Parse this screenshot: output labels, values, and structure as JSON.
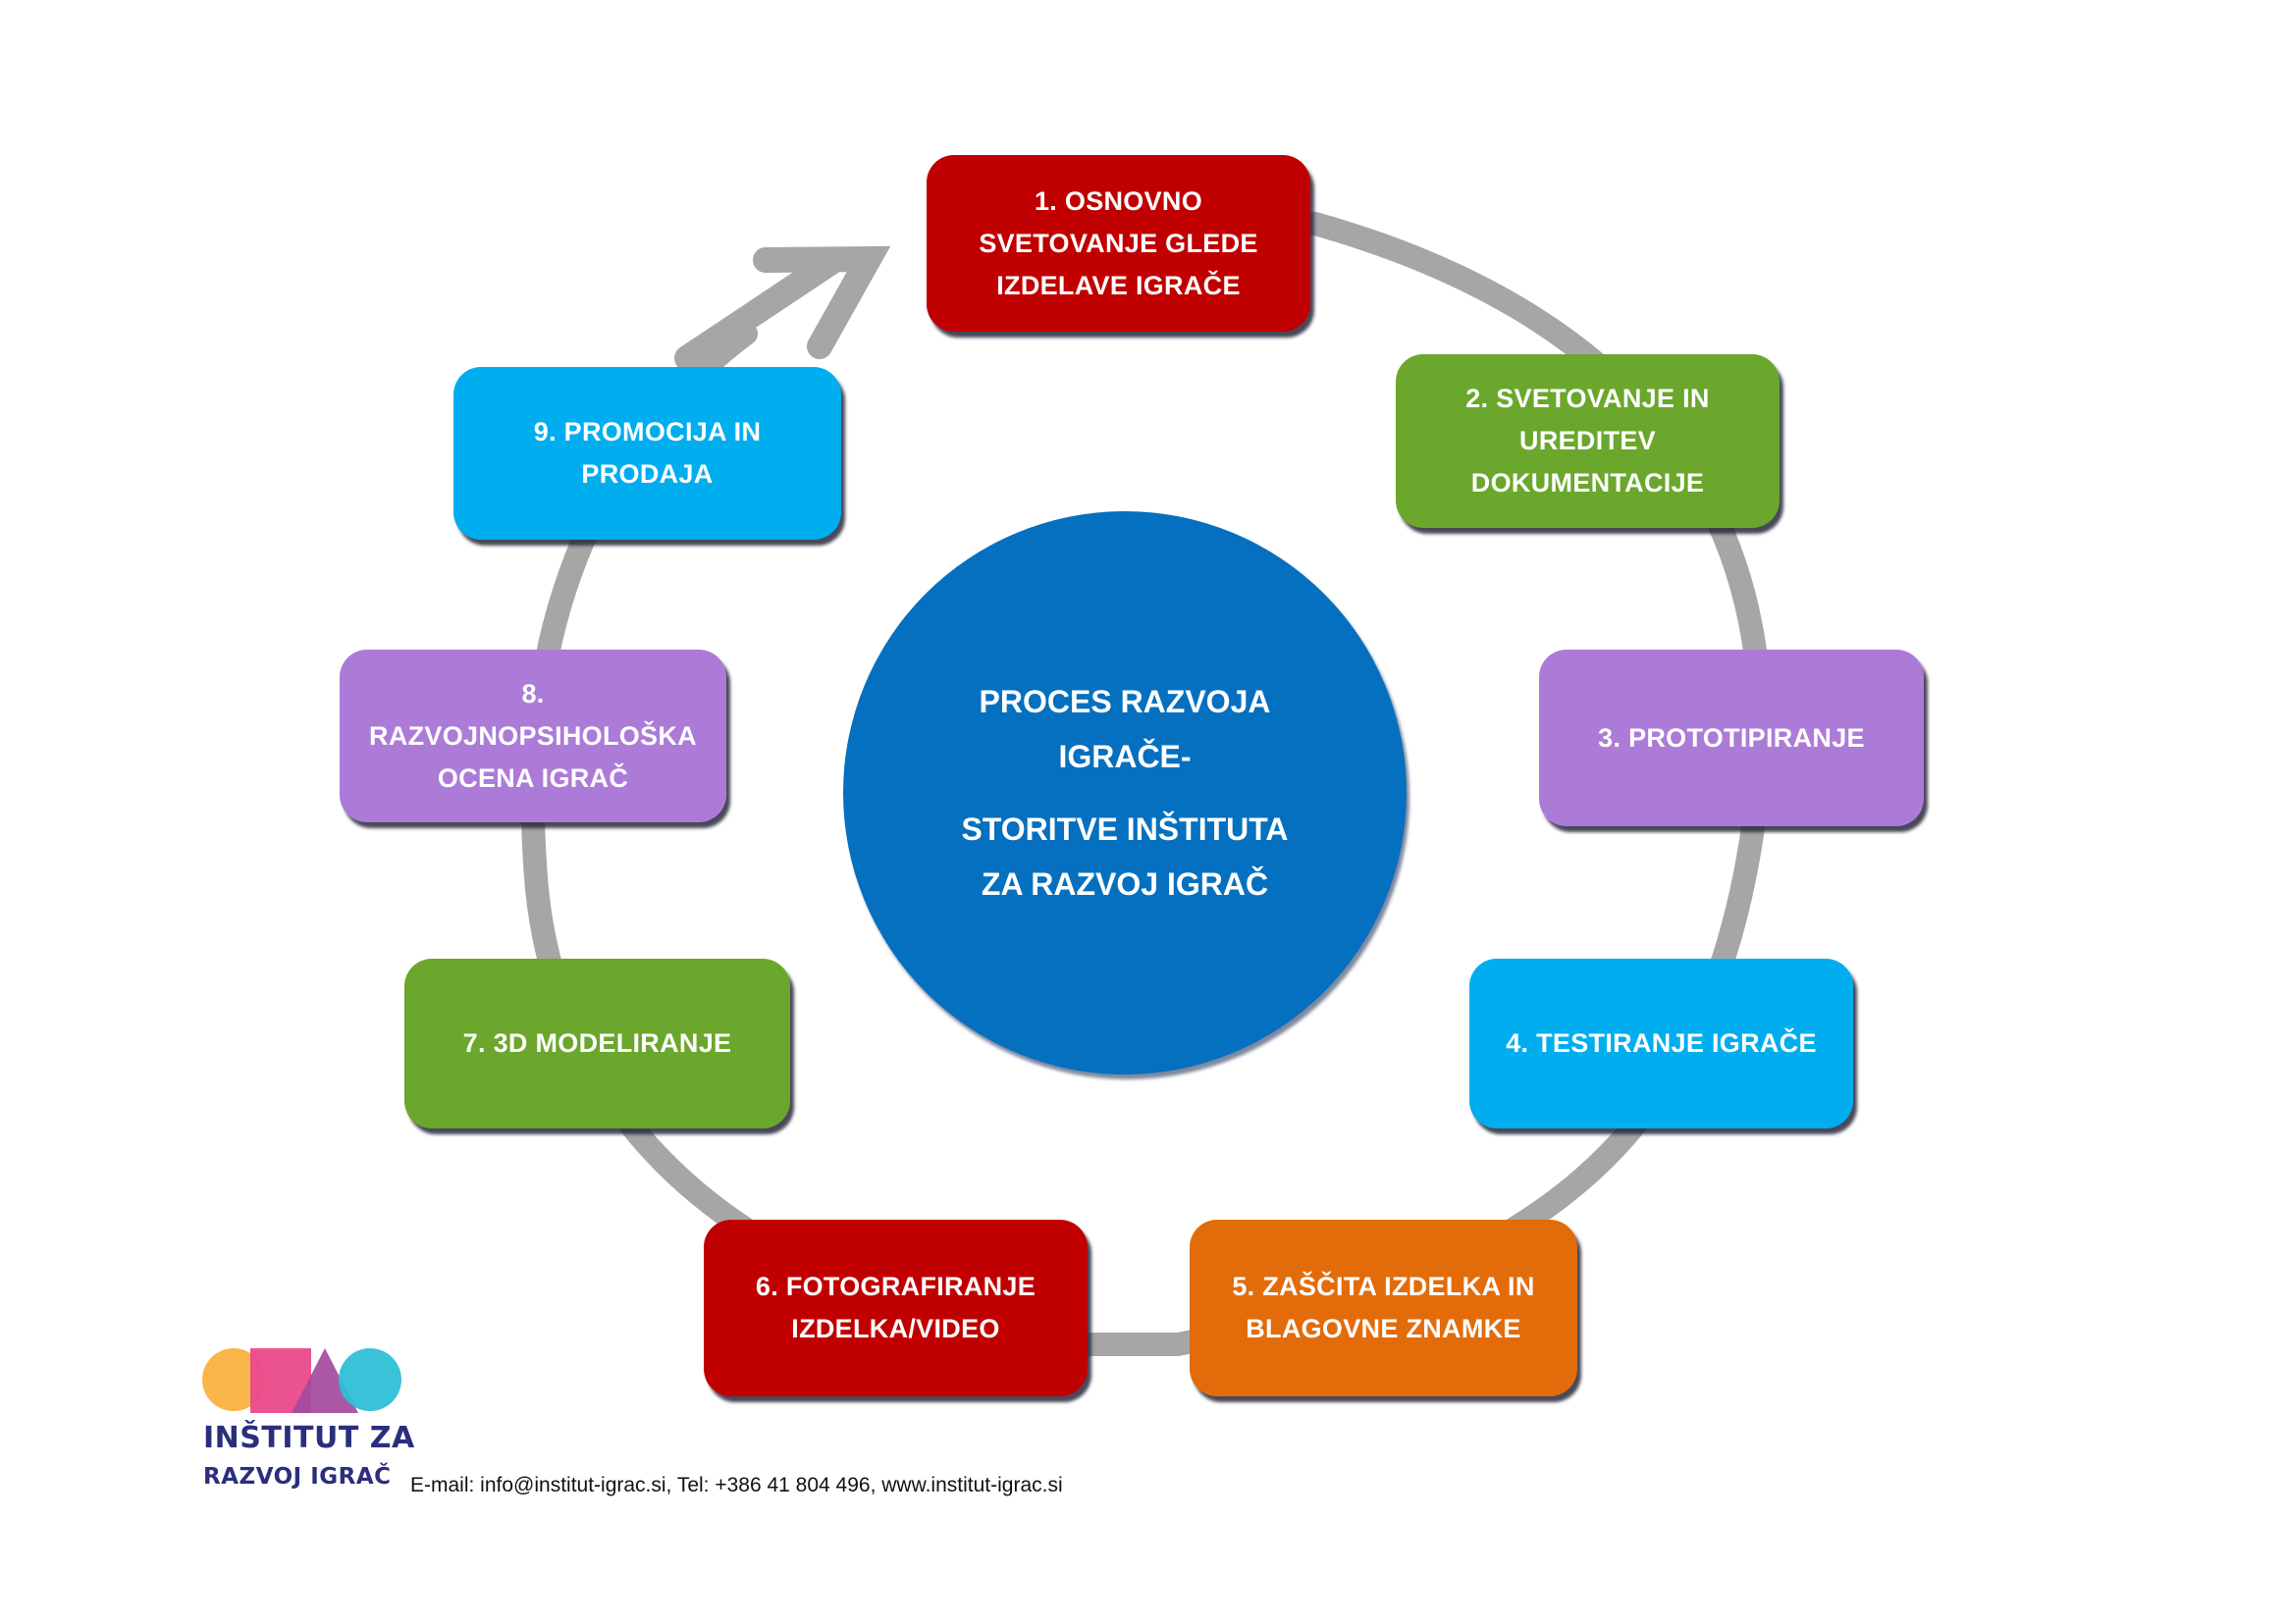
{
  "center": {
    "line1": "PROCES RAZVOJA",
    "line2": "IGRAČE-",
    "line3": "STORITVE INŠTITUTA",
    "line4": "ZA RAZVOJ IGRAČ",
    "color": "#0570c0"
  },
  "steps": [
    {
      "label": "1. OSNOVNO\nSVETOVANJE GLEDE\nIZDELAVE IGRAČE",
      "color": "#c00000"
    },
    {
      "label": "2. SVETOVANJE IN\nUREDITEV\nDOKUMENTACIJE",
      "color": "#6aa72c"
    },
    {
      "label": "3. PROTOTIPIRANJE",
      "color": "#ac7bd8"
    },
    {
      "label": "4. TESTIRANJE IGRAČE",
      "color": "#00adef"
    },
    {
      "label": "5. ZAŠČITA IZDELKA IN\nBLAGOVNE ZNAMKE",
      "color": "#e36c0a"
    },
    {
      "label": "6. FOTOGRAFIRANJE\nIZDELKA/VIDEO",
      "color": "#c00000"
    },
    {
      "label": "7. 3D MODELIRANJE",
      "color": "#6aa72c"
    },
    {
      "label": "8. RAZVOJNOPSIHOLOŠKA\nOCENA IGRAČ",
      "color": "#ac7bd8"
    },
    {
      "label": "9. PROMOCIJA IN\nPRODAJA",
      "color": "#00adef"
    }
  ],
  "cycle_arrow_color": "#a6a6a6",
  "logo": {
    "line1": "INŠTITUT ZA",
    "line2": "RAZVOJ IGRAČ",
    "shape_colors": [
      "#f9b54a",
      "#ea4a8a",
      "#a44aa0",
      "#2fbfd6"
    ]
  },
  "footer": {
    "contact": "E-mail: info@institut-igrac.si, Tel: +386 41 804 496, www.institut-igrac.si"
  }
}
